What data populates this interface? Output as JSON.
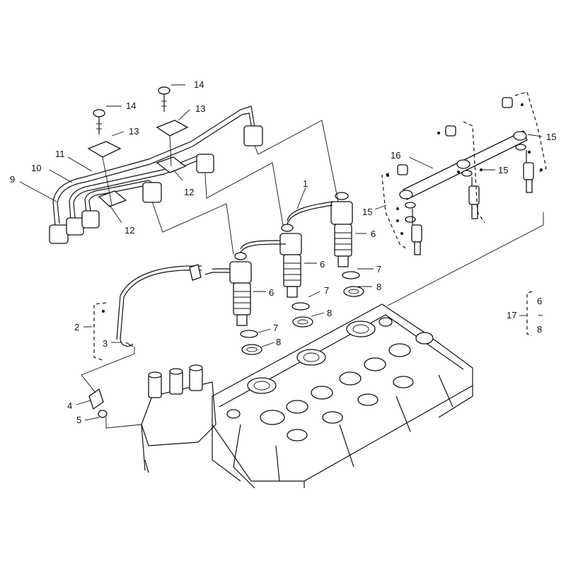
{
  "callouts": [
    {
      "id": "c1",
      "text": "1"
    },
    {
      "id": "c2",
      "text": "2"
    },
    {
      "id": "c3",
      "text": "3"
    },
    {
      "id": "c4",
      "text": "4"
    },
    {
      "id": "c5",
      "text": "5"
    },
    {
      "id": "c6a",
      "text": "6"
    },
    {
      "id": "c6b",
      "text": "6"
    },
    {
      "id": "c6c",
      "text": "6"
    },
    {
      "id": "c7a",
      "text": "7"
    },
    {
      "id": "c7b",
      "text": "7"
    },
    {
      "id": "c7c",
      "text": "7"
    },
    {
      "id": "c8a",
      "text": "8"
    },
    {
      "id": "c8b",
      "text": "8"
    },
    {
      "id": "c8c",
      "text": "8"
    },
    {
      "id": "c9",
      "text": "9"
    },
    {
      "id": "c10",
      "text": "10"
    },
    {
      "id": "c11",
      "text": "11"
    },
    {
      "id": "c12a",
      "text": "12"
    },
    {
      "id": "c12b",
      "text": "12"
    },
    {
      "id": "c13a",
      "text": "13"
    },
    {
      "id": "c13b",
      "text": "13"
    },
    {
      "id": "c14a",
      "text": "14"
    },
    {
      "id": "c14b",
      "text": "14"
    },
    {
      "id": "c15a",
      "text": "15"
    },
    {
      "id": "c15b",
      "text": "15"
    },
    {
      "id": "c15c",
      "text": "15"
    },
    {
      "id": "c16",
      "text": "16"
    }
  ],
  "kit_note": {
    "number": "17",
    "range_start": "6",
    "range_sep": "~",
    "range_end": "8"
  }
}
